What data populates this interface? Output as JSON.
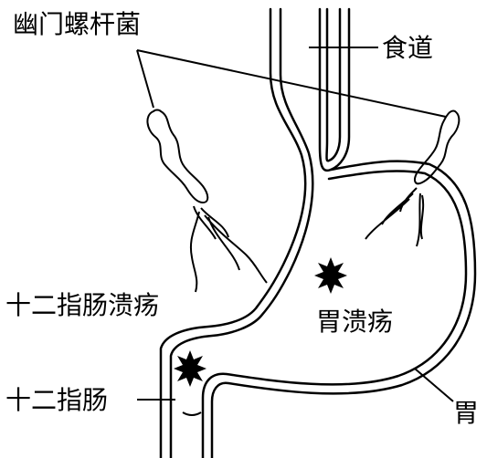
{
  "labels": {
    "h_pylori": "幽门螺杆菌",
    "esophagus": "食道",
    "duodenal_ulcer": "十二指肠溃疡",
    "gastric_ulcer": "胃溃疡",
    "duodenum": "十二指肠",
    "stomach": "胃"
  },
  "colors": {
    "stroke": "#000000",
    "background": "#ffffff"
  },
  "icons": [
    "bacterium-icon",
    "ulcer-star-icon"
  ]
}
